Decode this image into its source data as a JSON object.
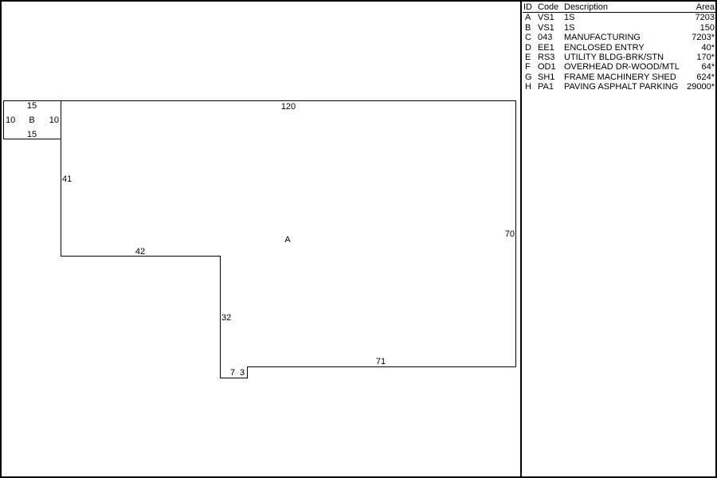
{
  "sketch": {
    "areas": [
      {
        "id": "A",
        "sides": {
          "top": "120",
          "left_upper": "41",
          "bottom_left": "42",
          "step_down": "32",
          "notch_w": "7",
          "notch_h": "3",
          "bottom_right": "71",
          "right": "70"
        }
      },
      {
        "id": "B",
        "sides": {
          "top": "15",
          "left": "10",
          "right": "10",
          "bottom": "15"
        }
      }
    ]
  },
  "legend": {
    "headers": {
      "id": "ID",
      "code": "Code",
      "description": "Description",
      "area": "Area"
    },
    "rows": [
      {
        "id": "A",
        "code": "VS1",
        "description": "1S",
        "area": "7203"
      },
      {
        "id": "B",
        "code": "VS1",
        "description": "1S",
        "area": "150"
      },
      {
        "id": "C",
        "code": "043",
        "description": "MANUFACTURING",
        "area": "7203*"
      },
      {
        "id": "D",
        "code": "EE1",
        "description": "ENCLOSED ENTRY",
        "area": "40*"
      },
      {
        "id": "E",
        "code": "RS3",
        "description": "UTILITY BLDG-BRK/STN",
        "area": "170*"
      },
      {
        "id": "F",
        "code": "OD1",
        "description": "OVERHEAD DR-WOOD/MTL",
        "area": "64*"
      },
      {
        "id": "G",
        "code": "SH1",
        "description": "FRAME MACHINERY SHED",
        "area": "624*"
      },
      {
        "id": "H",
        "code": "PA1",
        "description": "PAVING ASPHALT PARKING",
        "area": "29000*"
      }
    ]
  }
}
